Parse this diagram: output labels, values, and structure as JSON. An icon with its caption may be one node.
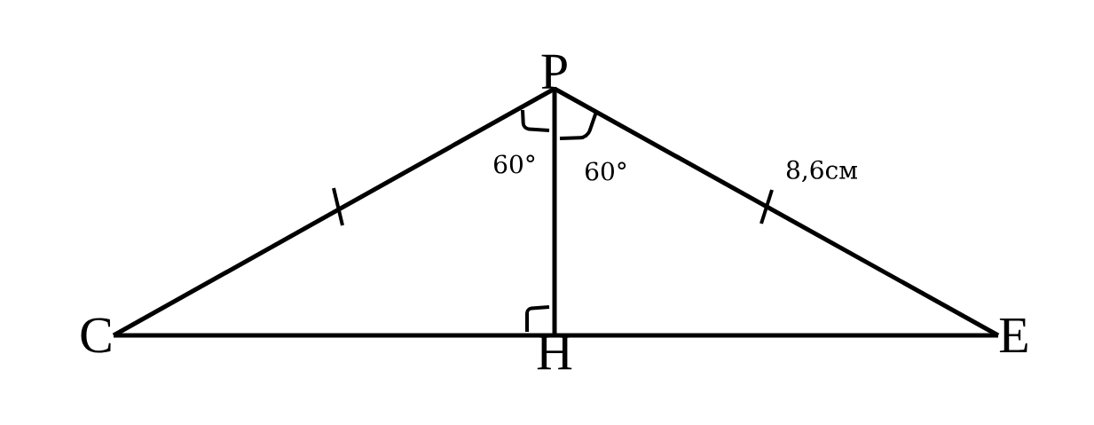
{
  "diagram": {
    "nodes": [
      {
        "text": [
          "P"
        ]
      },
      {
        "text": [
          "C"
        ]
      },
      {
        "text": [
          "H"
        ]
      },
      {
        "text": [
          "E"
        ]
      }
    ],
    "edges": [
      {
        "from": 1,
        "to": 0,
        "arrow": "none"
      },
      {
        "from": 0,
        "to": 3,
        "arrow": "none"
      },
      {
        "from": 1,
        "to": 2,
        "arrow": "none"
      },
      {
        "from": 2,
        "to": 3,
        "arrow": "none"
      },
      {
        "from": 0,
        "to": 2,
        "arrow": "none"
      }
    ],
    "labels": [
      "60°",
      "60°",
      "8,6см"
    ]
  }
}
